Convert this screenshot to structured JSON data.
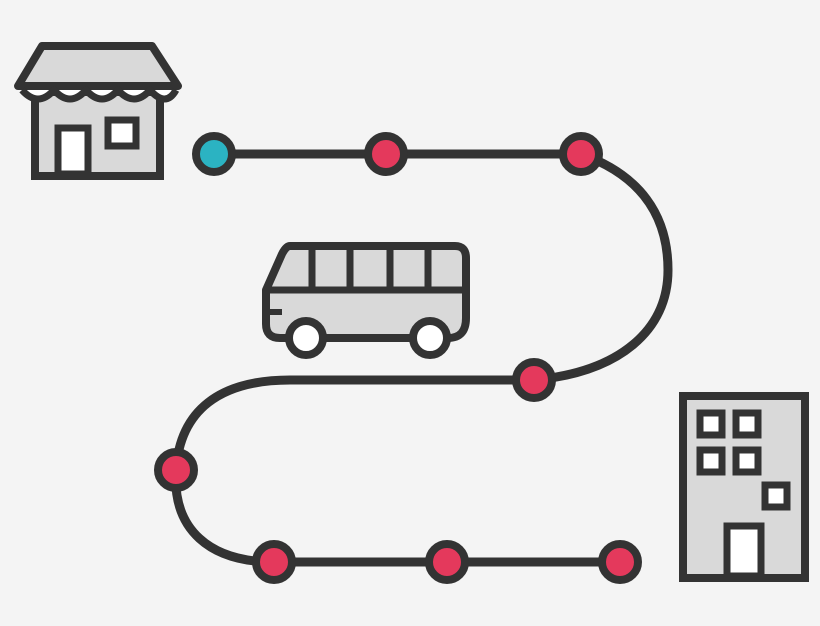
{
  "illustration": {
    "colors": {
      "background": "#f4f4f4",
      "outline": "#333333",
      "fill": "#d9d9d9",
      "white": "#ffffff",
      "start_stop": "#2bb3c2",
      "stop": "#e4395c"
    },
    "icons": [
      "store-icon",
      "bus-icon",
      "office-building-icon"
    ],
    "route": {
      "stops": [
        {
          "kind": "start"
        },
        {
          "kind": "stop"
        },
        {
          "kind": "stop"
        },
        {
          "kind": "stop"
        },
        {
          "kind": "stop"
        },
        {
          "kind": "stop"
        },
        {
          "kind": "stop"
        },
        {
          "kind": "stop"
        }
      ]
    }
  }
}
